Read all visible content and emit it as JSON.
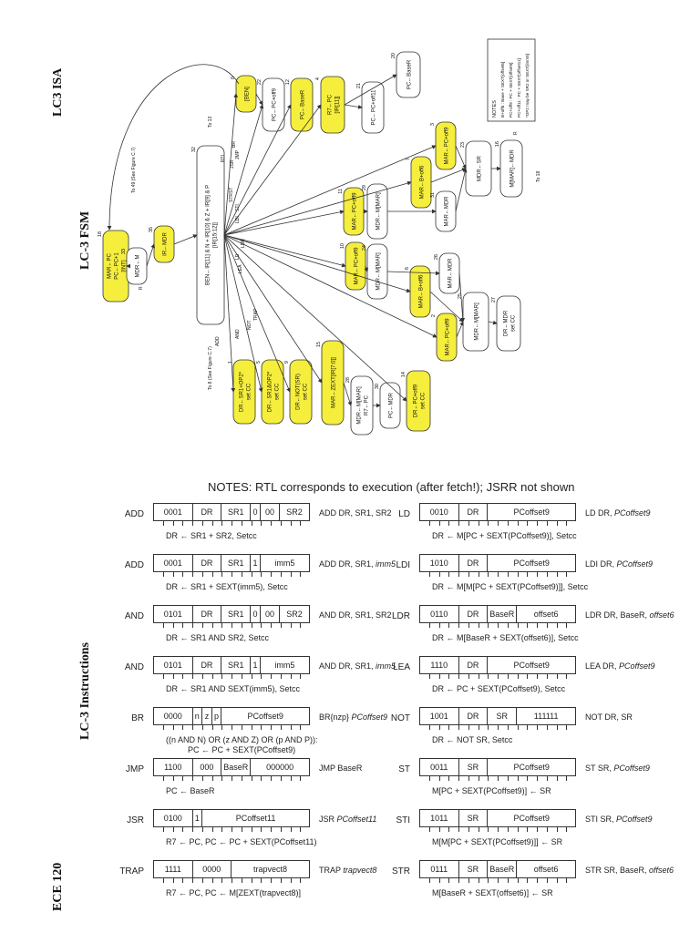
{
  "side_labels": {
    "isa": "LC3 ISA",
    "fsm": "LC-3 FSM",
    "instructions": "LC-3 Instructions",
    "course": "ECE 120"
  },
  "notes_title": "NOTES: RTL corresponds to execution (after fetch!); JSRR not shown",
  "fsm": {
    "notes_box": {
      "title": "NOTES",
      "lines": [
        "B+off6 : Base + SEXT[offset6]",
        "PC+off9 : PC + SEXT[offset9]",
        "PC+off11 : PC + SEXT[offset11]",
        "*OP2 may be SR2 or SEXT[imm5]"
      ]
    },
    "states": [
      {
        "id": "18",
        "text": [
          "MAR←PC",
          "PC←PC+1",
          "[INT]"
        ],
        "yellow": true
      },
      {
        "id": "33",
        "text": [
          "MDR←M"
        ],
        "yellow": false
      },
      {
        "id": "35",
        "text": [
          "IR←MDR"
        ],
        "yellow": true
      },
      {
        "id": "32",
        "text": [
          "BEN←IR[11] & N + IR[10] & Z + IR[9] & P",
          "[IR[15:12]]"
        ],
        "yellow": false
      },
      {
        "id": "0",
        "text": [
          "[BEN]"
        ],
        "yellow": true
      },
      {
        "id": "22",
        "text": [
          "PC←PC+off9"
        ],
        "yellow": false
      },
      {
        "id": "12",
        "text": [
          "PC←BaseR"
        ],
        "yellow": true
      },
      {
        "id": "4",
        "text": [
          "R7←PC",
          "[IR[11]]"
        ],
        "yellow": true
      },
      {
        "id": "21",
        "text": [
          "PC←PC+off11"
        ],
        "yellow": false
      },
      {
        "id": "20",
        "text": [
          "PC←BaseR"
        ],
        "yellow": false
      },
      {
        "id": "3",
        "text": [
          "MAR←PC+off9"
        ],
        "yellow": true
      },
      {
        "id": "7",
        "text": [
          "MAR←B+off6"
        ],
        "yellow": true
      },
      {
        "id": "11",
        "text": [
          "MAR←PC+off9"
        ],
        "yellow": true
      },
      {
        "id": "29",
        "text": [
          "MDR←M[MAR]"
        ],
        "yellow": false
      },
      {
        "id": "31",
        "text": [
          "MAR←MDR"
        ],
        "yellow": false
      },
      {
        "id": "23",
        "text": [
          "MDR←SR"
        ],
        "yellow": false
      },
      {
        "id": "16",
        "text": [
          "M[MAR]←MDR"
        ],
        "yellow": false
      },
      {
        "id": "10",
        "text": [
          "MAR←PC+off9"
        ],
        "yellow": true
      },
      {
        "id": "24",
        "text": [
          "MDR←M[MAR]"
        ],
        "yellow": false
      },
      {
        "id": "26",
        "text": [
          "MAR←MDR"
        ],
        "yellow": false
      },
      {
        "id": "6",
        "text": [
          "MAR←B+off6"
        ],
        "yellow": true
      },
      {
        "id": "2",
        "text": [
          "MAR←PC+off9"
        ],
        "yellow": true
      },
      {
        "id": "25",
        "text": [
          "MDR←M[MAR]"
        ],
        "yellow": false
      },
      {
        "id": "27",
        "text": [
          "DR←MDR",
          "set CC"
        ],
        "yellow": false
      },
      {
        "id": "1",
        "text": [
          "DR←SR1+OP2*",
          "set CC"
        ],
        "yellow": true
      },
      {
        "id": "5",
        "text": [
          "DR←SR1&OP2*",
          "set CC"
        ],
        "yellow": true
      },
      {
        "id": "9",
        "text": [
          "DR←NOT(SR)",
          "set CC"
        ],
        "yellow": true
      },
      {
        "id": "15",
        "text": [
          "MAR←ZEXT[IR[7:0]]"
        ],
        "yellow": true
      },
      {
        "id": "28",
        "text": [
          "MDR←M[MAR]",
          "R7←PC"
        ],
        "yellow": false
      },
      {
        "id": "30",
        "text": [
          "PC←MDR"
        ],
        "yellow": false
      },
      {
        "id": "14",
        "text": [
          "DR←PC+off9",
          "set CC"
        ],
        "yellow": true
      }
    ],
    "branch_labels": [
      "ADD",
      "AND",
      "NOT",
      "TRAP",
      "LEA",
      "LD",
      "LDR",
      "LDI",
      "STI",
      "STR",
      "ST",
      "JSR",
      "JMP",
      "BR",
      "RTI"
    ],
    "misc_labels": [
      "To 49 (See Figure C.7)",
      "To 8 (See Figure C.7)",
      "To 13",
      "To 18",
      "R",
      "R"
    ]
  },
  "instructions": [
    {
      "mnemonic": "ADD",
      "fields": [
        "0001",
        "DR",
        "SR1",
        "0",
        "00",
        "SR2"
      ],
      "syntax": "ADD DR, SR1, SR2",
      "rtl": [
        "DR ← SR1 + SR2, Setcc"
      ]
    },
    {
      "mnemonic": "ADD",
      "fields": [
        "0001",
        "DR",
        "SR1",
        "1",
        "imm5"
      ],
      "syntax": "ADD DR, SR1, ",
      "syntax_italic": "imm5",
      "rtl": [
        "DR ← SR1 + SEXT(imm5), Setcc"
      ]
    },
    {
      "mnemonic": "AND",
      "fields": [
        "0101",
        "DR",
        "SR1",
        "0",
        "00",
        "SR2"
      ],
      "syntax": "AND DR, SR1, SR2",
      "rtl": [
        "DR ← SR1 AND SR2, Setcc"
      ]
    },
    {
      "mnemonic": "AND",
      "fields": [
        "0101",
        "DR",
        "SR1",
        "1",
        "imm5"
      ],
      "syntax": "AND DR, SR1, ",
      "syntax_italic": "imm5",
      "rtl": [
        "DR ← SR1 AND SEXT(imm5), Setcc"
      ]
    },
    {
      "mnemonic": "BR",
      "fields": [
        "0000",
        "n",
        "z",
        "p",
        "PCoffset9"
      ],
      "syntax": "BR{nzp} ",
      "syntax_italic": "PCoffset9",
      "rtl": [
        "((n AND N) OR (z AND Z) OR (p AND P)):",
        "PC ← PC + SEXT(PCoffset9)"
      ]
    },
    {
      "mnemonic": "JMP",
      "fields": [
        "1100",
        "000",
        "BaseR",
        "000000"
      ],
      "syntax": "JMP BaseR",
      "rtl": [
        "PC ← BaseR"
      ]
    },
    {
      "mnemonic": "JSR",
      "fields": [
        "0100",
        "1",
        "PCoffset11"
      ],
      "syntax": "JSR ",
      "syntax_italic": "PCoffset11",
      "rtl": [
        "R7 ← PC, PC ← PC + SEXT(PCoffset11)"
      ]
    },
    {
      "mnemonic": "TRAP",
      "fields": [
        "1111",
        "0000",
        "trapvect8"
      ],
      "syntax": "TRAP ",
      "syntax_italic": "trapvect8",
      "rtl": [
        "R7 ← PC, PC ← M[ZEXT(trapvect8)]"
      ]
    },
    {
      "mnemonic": "LD",
      "fields": [
        "0010",
        "DR",
        "PCoffset9"
      ],
      "syntax": "LD DR, ",
      "syntax_italic": "PCoffset9",
      "rtl": [
        "DR ← M[PC + SEXT(PCoffset9)], Setcc"
      ]
    },
    {
      "mnemonic": "LDI",
      "fields": [
        "1010",
        "DR",
        "PCoffset9"
      ],
      "syntax": "LDI DR, ",
      "syntax_italic": "PCoffset9",
      "rtl": [
        "DR ← M[M[PC + SEXT(PCoffset9)]], Setcc"
      ]
    },
    {
      "mnemonic": "LDR",
      "fields": [
        "0110",
        "DR",
        "BaseR",
        "offset6"
      ],
      "syntax": "LDR DR, BaseR, ",
      "syntax_italic": "offset6",
      "rtl": [
        "DR ← M[BaseR + SEXT(offset6)], Setcc"
      ]
    },
    {
      "mnemonic": "LEA",
      "fields": [
        "1110",
        "DR",
        "PCoffset9"
      ],
      "syntax": "LEA DR, ",
      "syntax_italic": "PCoffset9",
      "rtl": [
        "DR ← PC + SEXT(PCoffset9), Setcc"
      ]
    },
    {
      "mnemonic": "NOT",
      "fields": [
        "1001",
        "DR",
        "SR",
        "111111"
      ],
      "syntax": "NOT DR, SR",
      "rtl": [
        "DR ← NOT SR, Setcc"
      ]
    },
    {
      "mnemonic": "ST",
      "fields": [
        "0011",
        "SR",
        "PCoffset9"
      ],
      "syntax": "ST SR, ",
      "syntax_italic": "PCoffset9",
      "rtl": [
        "M[PC + SEXT(PCoffset9)] ← SR"
      ]
    },
    {
      "mnemonic": "STI",
      "fields": [
        "1011",
        "SR",
        "PCoffset9"
      ],
      "syntax": "STI SR, ",
      "syntax_italic": "PCoffset9",
      "rtl": [
        "M[M[PC + SEXT(PCoffset9)]] ← SR"
      ]
    },
    {
      "mnemonic": "STR",
      "fields": [
        "0111",
        "SR",
        "BaseR",
        "offset6"
      ],
      "syntax": "STR SR, BaseR, ",
      "syntax_italic": "offset6",
      "rtl": [
        "M[BaseR + SEXT(offset6)] ← SR"
      ]
    }
  ],
  "colors": {
    "state_yellow": "#f5ee3c",
    "state_white": "#ffffff",
    "line": "#333333"
  }
}
